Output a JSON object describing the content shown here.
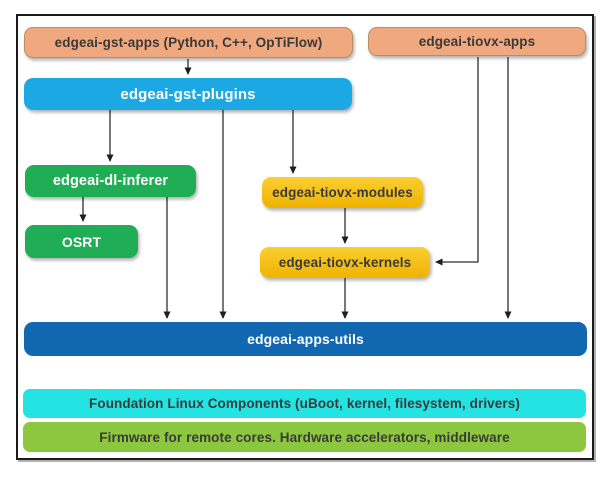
{
  "diagram": {
    "title": "EdgeAI software stack diagram",
    "boxes": {
      "gst_apps": {
        "label": "edgeai-gst-apps (Python, C++, OpTiFlow)",
        "color": "#F0A87E"
      },
      "tiovx_apps": {
        "label": "edgeai-tiovx-apps",
        "color": "#F0A87E"
      },
      "gst_plugins": {
        "label": "edgeai-gst-plugins",
        "color": "#1CA9E3"
      },
      "dl_inferer": {
        "label": "edgeai-dl-inferer",
        "color": "#1FAE55"
      },
      "tiovx_modules": {
        "label": "edgeai-tiovx-modules",
        "color": "#F5C113"
      },
      "osrt": {
        "label": "OSRT",
        "color": "#1FAE55"
      },
      "tiovx_kernels": {
        "label": "edgeai-tiovx-kernels",
        "color": "#F5C113"
      },
      "apps_utils": {
        "label": "edgeai-apps-utils",
        "color": "#1168B1"
      },
      "foundation_linux": {
        "label": "Foundation Linux Components (uBoot, kernel, filesystem, drivers)",
        "color": "#24E3E3"
      },
      "firmware": {
        "label": "Firmware for remote cores. Hardware accelerators, middleware",
        "color": "#8DC63F"
      }
    },
    "connections": [
      {
        "from": "gst_apps",
        "to": "gst_plugins"
      },
      {
        "from": "gst_plugins",
        "to": "dl_inferer"
      },
      {
        "from": "gst_plugins",
        "to": "apps_utils"
      },
      {
        "from": "gst_plugins",
        "to": "tiovx_modules"
      },
      {
        "from": "dl_inferer",
        "to": "osrt"
      },
      {
        "from": "dl_inferer",
        "to": "apps_utils"
      },
      {
        "from": "tiovx_modules",
        "to": "tiovx_kernels"
      },
      {
        "from": "tiovx_kernels",
        "to": "apps_utils"
      },
      {
        "from": "tiovx_apps",
        "to": "tiovx_kernels"
      },
      {
        "from": "tiovx_apps",
        "to": "apps_utils"
      }
    ],
    "style": {
      "arrow_color": "#2e2e2e",
      "frame_color": "#1a1a1a",
      "background": "#ffffff"
    }
  }
}
